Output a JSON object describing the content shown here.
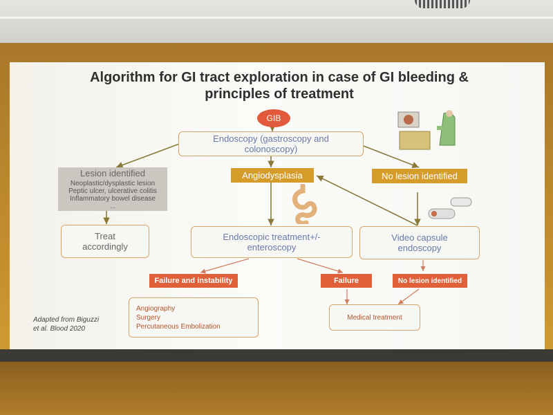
{
  "slide": {
    "title_line1": "Algorithm for GI tract exploration in case of GI bleeding &",
    "title_line2": "principles of treatment"
  },
  "nodes": {
    "gib": "GIB",
    "endoscopy_line1": "Endoscopy (gastroscopy and",
    "endoscopy_line2": "colonoscopy)",
    "lesion_title": "Lesion identified",
    "lesion_items": [
      "Neoplastic/dysplastic lesion",
      "Peptic ulcer, ulcerative colitis",
      "Inflammatory bowel disease",
      "..."
    ],
    "angiodysplasia": "Angiodysplasia",
    "no_lesion_top": "No lesion identified",
    "treat_line1": "Treat",
    "treat_line2": "accordingly",
    "endo_treat_line1": "Endoscopic treatment+/-",
    "endo_treat_line2": "enteroscopy",
    "capsule_line1": "Video capsule",
    "capsule_line2": "endoscopy",
    "failure_instability": "Failure and instability",
    "failure": "Failure",
    "no_lesion_bottom": "No lesion identified",
    "options": [
      "Angiography",
      "Surgery",
      "Percutaneous Embolization"
    ],
    "medical_treatment": "Medical treatment"
  },
  "note": {
    "line1": "Adapted from Biguzzi",
    "line2": "et al. Blood 2020"
  },
  "colors": {
    "gib": "#e15a3c",
    "gold": "#d69c2a",
    "red": "#e0603a",
    "outline": "#d6a66a",
    "text_blue": "#6a78a8"
  }
}
